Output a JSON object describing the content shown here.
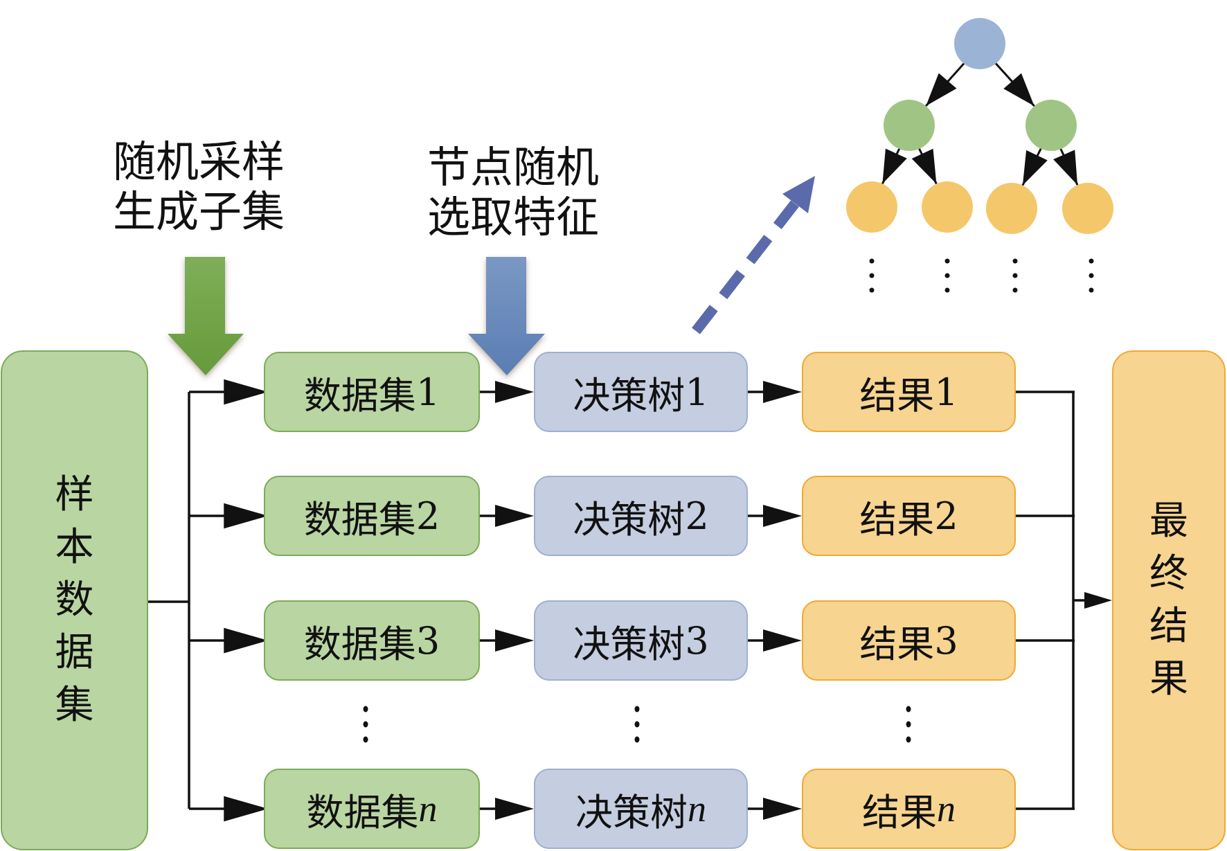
{
  "title_labels": {
    "sampling": [
      "随机采样",
      "生成子集"
    ],
    "feature": [
      "节点随机",
      "选取特征"
    ]
  },
  "sample_box": {
    "label": "样本数据集",
    "chars": [
      "样",
      "本",
      "数",
      "据",
      "集"
    ]
  },
  "final_box": {
    "label": "最终结果",
    "chars": [
      "最",
      "终",
      "结",
      "果"
    ]
  },
  "rows": [
    {
      "dataset": "数据集",
      "tree": "决策树",
      "result": "结果",
      "index": "1",
      "italic": false
    },
    {
      "dataset": "数据集",
      "tree": "决策树",
      "result": "结果",
      "index": "2",
      "italic": false
    },
    {
      "dataset": "数据集",
      "tree": "决策树",
      "result": "结果",
      "index": "3",
      "italic": false
    },
    {
      "dataset": "数据集",
      "tree": "决策树",
      "result": "结果",
      "index": "n",
      "italic": true
    }
  ],
  "ellipsis": "⋮",
  "tree_illustration": {
    "levels": [
      {
        "nodes": 1,
        "color": "#9bb3d4"
      },
      {
        "nodes": 2,
        "color": "#9fc484"
      },
      {
        "nodes": 4,
        "color": "#f4c76a"
      }
    ],
    "continues": true
  },
  "colors": {
    "dataset_fill": "#b9d5a1",
    "dataset_border": "#7bab59",
    "tree_fill": "#c5cde0",
    "tree_border": "#9dafd3",
    "result_fill": "#f7d48f",
    "result_border": "#f0a933",
    "sampling_arrow": "#6e9f44",
    "feature_arrow": "#6485b8",
    "dashed_arrow": "#5b6aaa"
  }
}
